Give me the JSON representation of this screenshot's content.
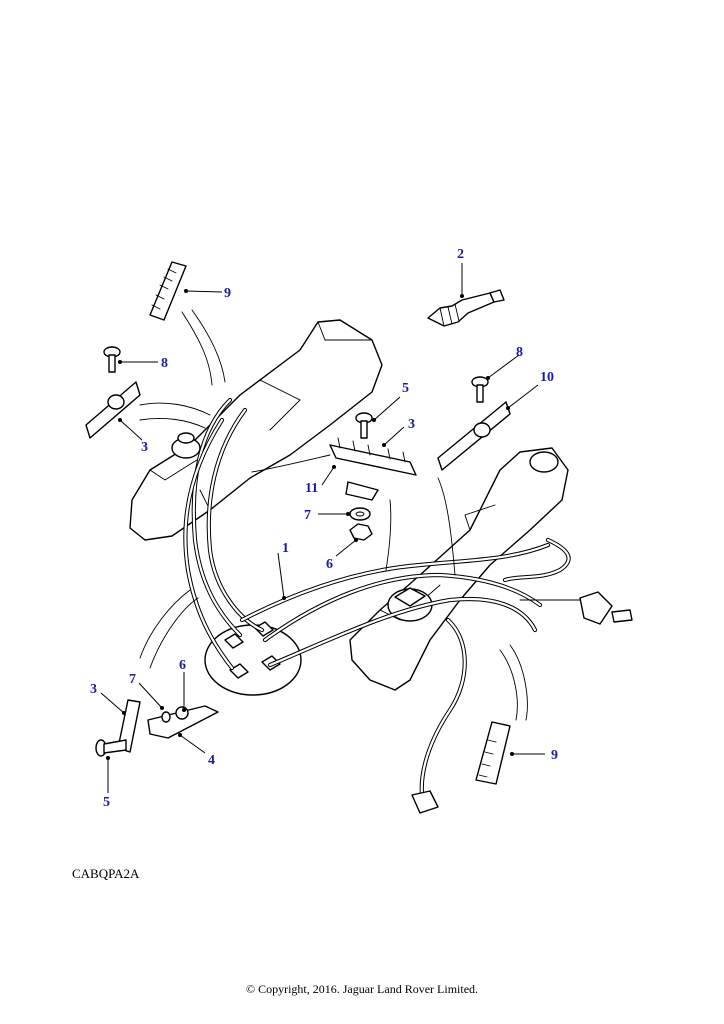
{
  "diagram": {
    "reference_code": "CABQPA2A",
    "copyright": "© Copyright, 2016. Jaguar Land Rover Limited.",
    "callouts": [
      "1",
      "2",
      "3",
      "3",
      "3",
      "4",
      "5",
      "5",
      "6",
      "6",
      "7",
      "7",
      "8",
      "8",
      "9",
      "9",
      "10",
      "11"
    ],
    "callout_color": "#1a1aa6"
  }
}
